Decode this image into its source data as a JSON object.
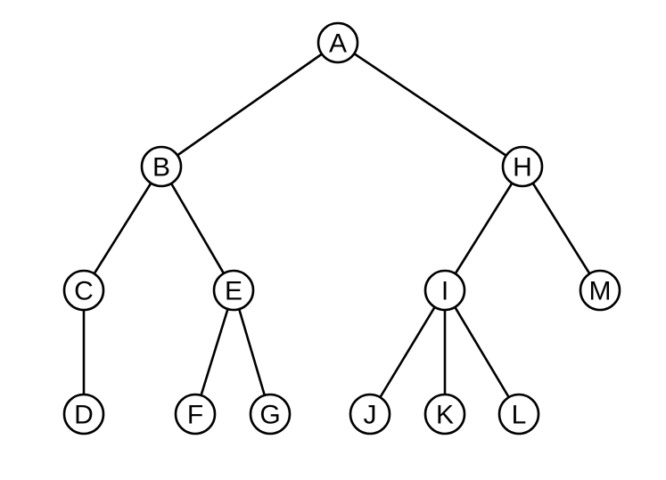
{
  "diagram": {
    "type": "tree",
    "nodes": [
      {
        "id": "A",
        "label": "A"
      },
      {
        "id": "B",
        "label": "B"
      },
      {
        "id": "H",
        "label": "H"
      },
      {
        "id": "C",
        "label": "C"
      },
      {
        "id": "E",
        "label": "E"
      },
      {
        "id": "I",
        "label": "I"
      },
      {
        "id": "M",
        "label": "M"
      },
      {
        "id": "D",
        "label": "D"
      },
      {
        "id": "F",
        "label": "F"
      },
      {
        "id": "G",
        "label": "G"
      },
      {
        "id": "J",
        "label": "J"
      },
      {
        "id": "K",
        "label": "K"
      },
      {
        "id": "L",
        "label": "L"
      }
    ],
    "edges": [
      {
        "from": "A",
        "to": "B"
      },
      {
        "from": "A",
        "to": "H"
      },
      {
        "from": "B",
        "to": "C"
      },
      {
        "from": "B",
        "to": "E"
      },
      {
        "from": "C",
        "to": "D"
      },
      {
        "from": "E",
        "to": "F"
      },
      {
        "from": "E",
        "to": "G"
      },
      {
        "from": "H",
        "to": "I"
      },
      {
        "from": "H",
        "to": "M"
      },
      {
        "from": "I",
        "to": "J"
      },
      {
        "from": "I",
        "to": "K"
      },
      {
        "from": "I",
        "to": "L"
      }
    ],
    "colors": {
      "stroke": "#000000",
      "node_fill": "#ffffff",
      "background": "#ffffff"
    }
  }
}
